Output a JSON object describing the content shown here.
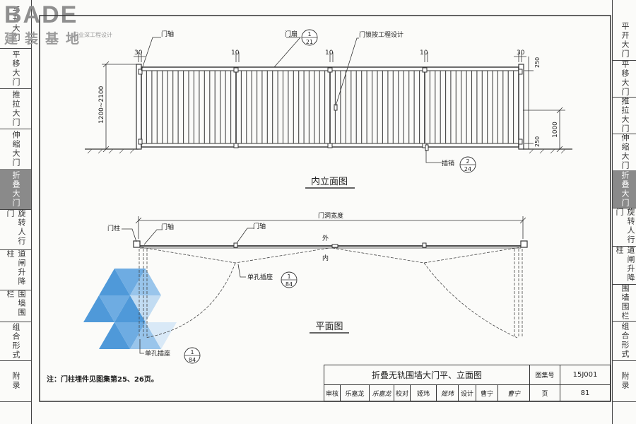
{
  "brand": {
    "title": "BADE",
    "subtitle": "建装基地",
    "tagline": "门业深工程设计"
  },
  "left_tabs": [
    {
      "label": "平开大门",
      "active": false
    },
    {
      "label": "平移大门",
      "active": false
    },
    {
      "label": "推拉大门",
      "active": false
    },
    {
      "label": "伸缩大门",
      "active": false
    },
    {
      "label": "折叠大门",
      "active": true
    },
    {
      "label": "旋转人行门",
      "active": false
    },
    {
      "label": "道闸升降柱",
      "active": false
    },
    {
      "label": "围墙围栏",
      "active": false
    },
    {
      "label": "组合形式",
      "active": false
    },
    {
      "label": "附录",
      "active": false
    }
  ],
  "right_tabs": [
    {
      "label": "平开大门",
      "active": false
    },
    {
      "label": "平移大门",
      "active": false
    },
    {
      "label": "推拉大门",
      "active": false
    },
    {
      "label": "伸缩大门",
      "active": false
    },
    {
      "label": "折叠大门",
      "active": true
    },
    {
      "label": "旋转人行门",
      "active": false
    },
    {
      "label": "道闸升降柱",
      "active": false
    },
    {
      "label": "围墙围栏",
      "active": false
    },
    {
      "label": "组合形式",
      "active": false
    },
    {
      "label": "附录",
      "active": false
    }
  ],
  "elevation": {
    "title": "内立面图",
    "dims_top": [
      "30",
      "10",
      "10",
      "10",
      "30"
    ],
    "height_dim": "1200~2100",
    "right_dims": [
      "250",
      "1000",
      "250"
    ],
    "labels": {
      "axis": "门轴",
      "leaf": "门扇",
      "lock": "门锁按工程设计",
      "bolt": "插销"
    },
    "leaf_ref": {
      "top": "1",
      "bottom": "21"
    },
    "bolt_ref": {
      "top": "2",
      "bottom": "24"
    }
  },
  "plan": {
    "title": "平面图",
    "width_dim": "门洞宽度",
    "labels": {
      "post": "门柱",
      "axis1": "门轴",
      "axis2": "门轴",
      "outside": "外",
      "inside": "内",
      "socket1": "单孔插座",
      "socket2": "单孔插座"
    },
    "socket1_ref": {
      "top": "1",
      "bottom": "84"
    },
    "socket2_ref": {
      "top": "1",
      "bottom": "84"
    }
  },
  "note": "注：门柱埋件见图集第25、26页。",
  "title_block": {
    "drawing_title": "折叠无轨围墙大门平、立面图",
    "atlas_label": "图集号",
    "atlas_no": "15J001",
    "review_label": "审核",
    "reviewer": "乐嘉龙",
    "reviewer_sign": "乐嘉龙",
    "check_label": "校对",
    "checker": "姬玮",
    "checker_sign": "姬玮",
    "design_label": "设计",
    "designer": "曹宁",
    "designer_sign": "曹宁",
    "page_label": "页",
    "page_no": "81"
  },
  "colors": {
    "line": "#333333",
    "active_tab": "#8a8a8a",
    "logo_blue": "#3d8fd6"
  }
}
